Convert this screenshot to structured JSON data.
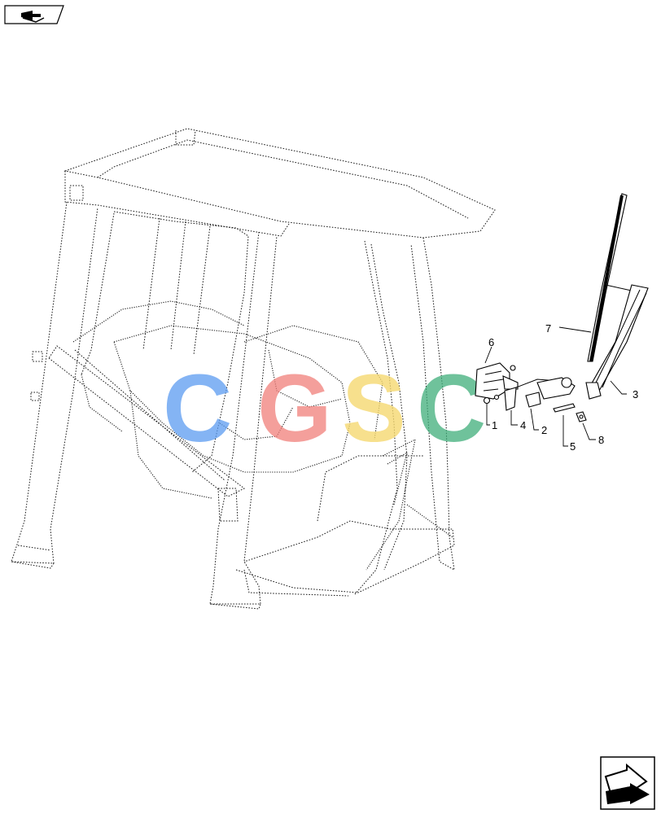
{
  "watermark": {
    "letters": [
      {
        "char": "C",
        "color": "#5b9bf0"
      },
      {
        "char": "G",
        "color": "#f07f7a"
      },
      {
        "char": "S",
        "color": "#f5d870"
      },
      {
        "char": "C",
        "color": "#3fae7a"
      }
    ]
  },
  "callouts": [
    {
      "id": "1",
      "label": "1"
    },
    {
      "id": "2",
      "label": "2"
    },
    {
      "id": "3",
      "label": "3"
    },
    {
      "id": "4",
      "label": "4"
    },
    {
      "id": "5",
      "label": "5"
    },
    {
      "id": "6",
      "label": "6"
    },
    {
      "id": "7",
      "label": "7"
    },
    {
      "id": "8",
      "label": "8"
    }
  ],
  "icons": {
    "top_left": "book-arrow-icon",
    "bottom_right": "next-page-arrow-icon"
  }
}
